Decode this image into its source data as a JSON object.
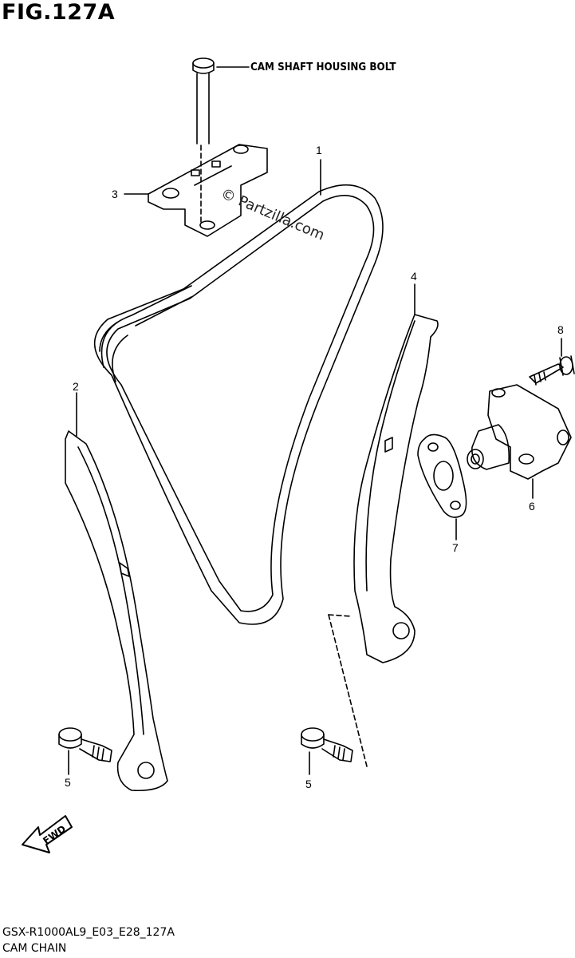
{
  "figure": {
    "title": "FIG.127A",
    "code": "GSX-R1000AL9_E03_E28_127A",
    "caption": "CAM CHAIN"
  },
  "watermark": "© Partzilla.com",
  "labels": {
    "bolt_label": "CAM SHAFT HOUSING BOLT",
    "p1": "1",
    "p2": "2",
    "p3": "3",
    "p4": "4",
    "p5a": "5",
    "p5b": "5",
    "p6": "6",
    "p7": "7",
    "p8": "8"
  },
  "fwd_arrow": {
    "text": "FWD"
  }
}
